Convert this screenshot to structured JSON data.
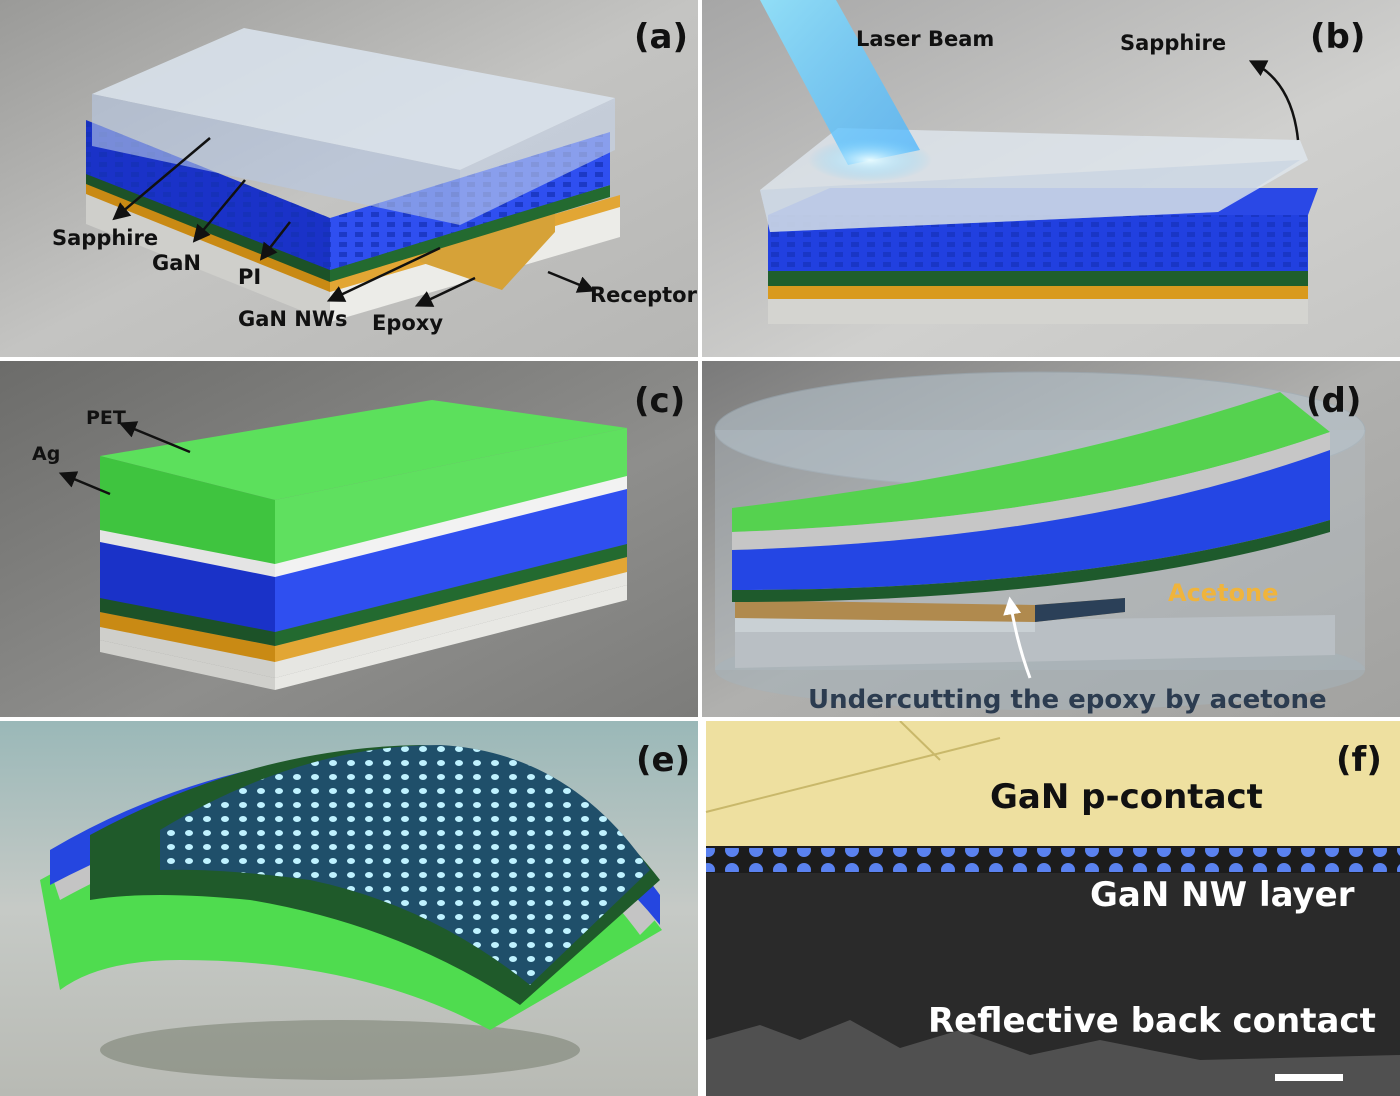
{
  "panels": {
    "a": {
      "label": "(a)",
      "annotations": {
        "sapphire": "Sapphire",
        "gan": "GaN",
        "pi": "PI",
        "gan_nws": "GaN NWs",
        "epoxy": "Epoxy",
        "receptor": "Receptor"
      }
    },
    "b": {
      "label": "(b)",
      "annotations": {
        "laser_beam": "Laser Beam",
        "sapphire": "Sapphire"
      }
    },
    "c": {
      "label": "(c)",
      "annotations": {
        "pet": "PET",
        "ag": "Ag"
      }
    },
    "d": {
      "label": "(d)",
      "annotations": {
        "acetone": "Acetone",
        "undercut": "Undercutting the epoxy by acetone"
      }
    },
    "e": {
      "label": "(e)"
    },
    "f": {
      "label": "(f)",
      "annotations": {
        "p_contact": "GaN p-contact",
        "nw_layer": "GaN NW layer",
        "back_contact": "Reflective back contact"
      }
    }
  },
  "colors": {
    "sapphire": "#c9d6e6",
    "gan": "#1f3fe0",
    "pi": "#1d5a2a",
    "epoxy": "#d99a1e",
    "receptor": "#e4e4e0",
    "pet": "#4fdc4f",
    "ag": "#d8d8d8",
    "acetone": "#f0b43c",
    "p_contact": "#efe09a"
  }
}
